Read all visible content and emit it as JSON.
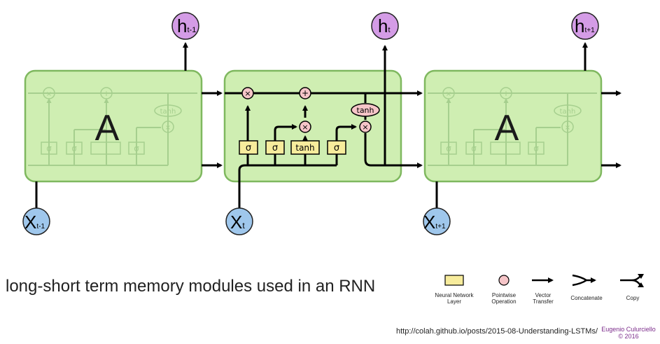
{
  "cells": {
    "left_label": "A",
    "right_label": "A",
    "faded_sigma": "σ",
    "faded_tanh": "tanh",
    "faded_times": "×",
    "faded_plus": "+"
  },
  "center": {
    "sigma": "σ",
    "tanh_box": "tanh",
    "tanh_oval": "tanh",
    "times": "×",
    "plus": "+"
  },
  "inputs": [
    {
      "main": "X",
      "sub": "t-1"
    },
    {
      "main": "X",
      "sub": "t"
    },
    {
      "main": "X",
      "sub": "t+1"
    }
  ],
  "outputs": [
    {
      "main": "h",
      "sub": "t-1"
    },
    {
      "main": "h",
      "sub": "t"
    },
    {
      "main": "h",
      "sub": "t+1"
    }
  ],
  "caption": "long-short term memory modules used in an RNN",
  "legend": {
    "items": [
      {
        "label_line1": "Neural Network",
        "label_line2": "Layer"
      },
      {
        "label_line1": "Pointwise",
        "label_line2": "Operation"
      },
      {
        "label_line1": "Vector",
        "label_line2": "Transfer"
      },
      {
        "label_line1": "Concatenate",
        "label_line2": ""
      },
      {
        "label_line1": "Copy",
        "label_line2": ""
      }
    ]
  },
  "source_url": "http://colah.github.io/posts/2015-08-Understanding-LSTMs/",
  "credit_name": "Eugenio Culurciello",
  "credit_year": "© 2016",
  "colors": {
    "cell_fill": "#cfeeb2",
    "cell_stroke": "#7fb85f",
    "layer_box": "#f7ec9c",
    "pointwise": "#f6c5c8",
    "io_h": "#d49ce6",
    "io_x": "#9fc7ec",
    "credit": "#7b2b8a"
  }
}
